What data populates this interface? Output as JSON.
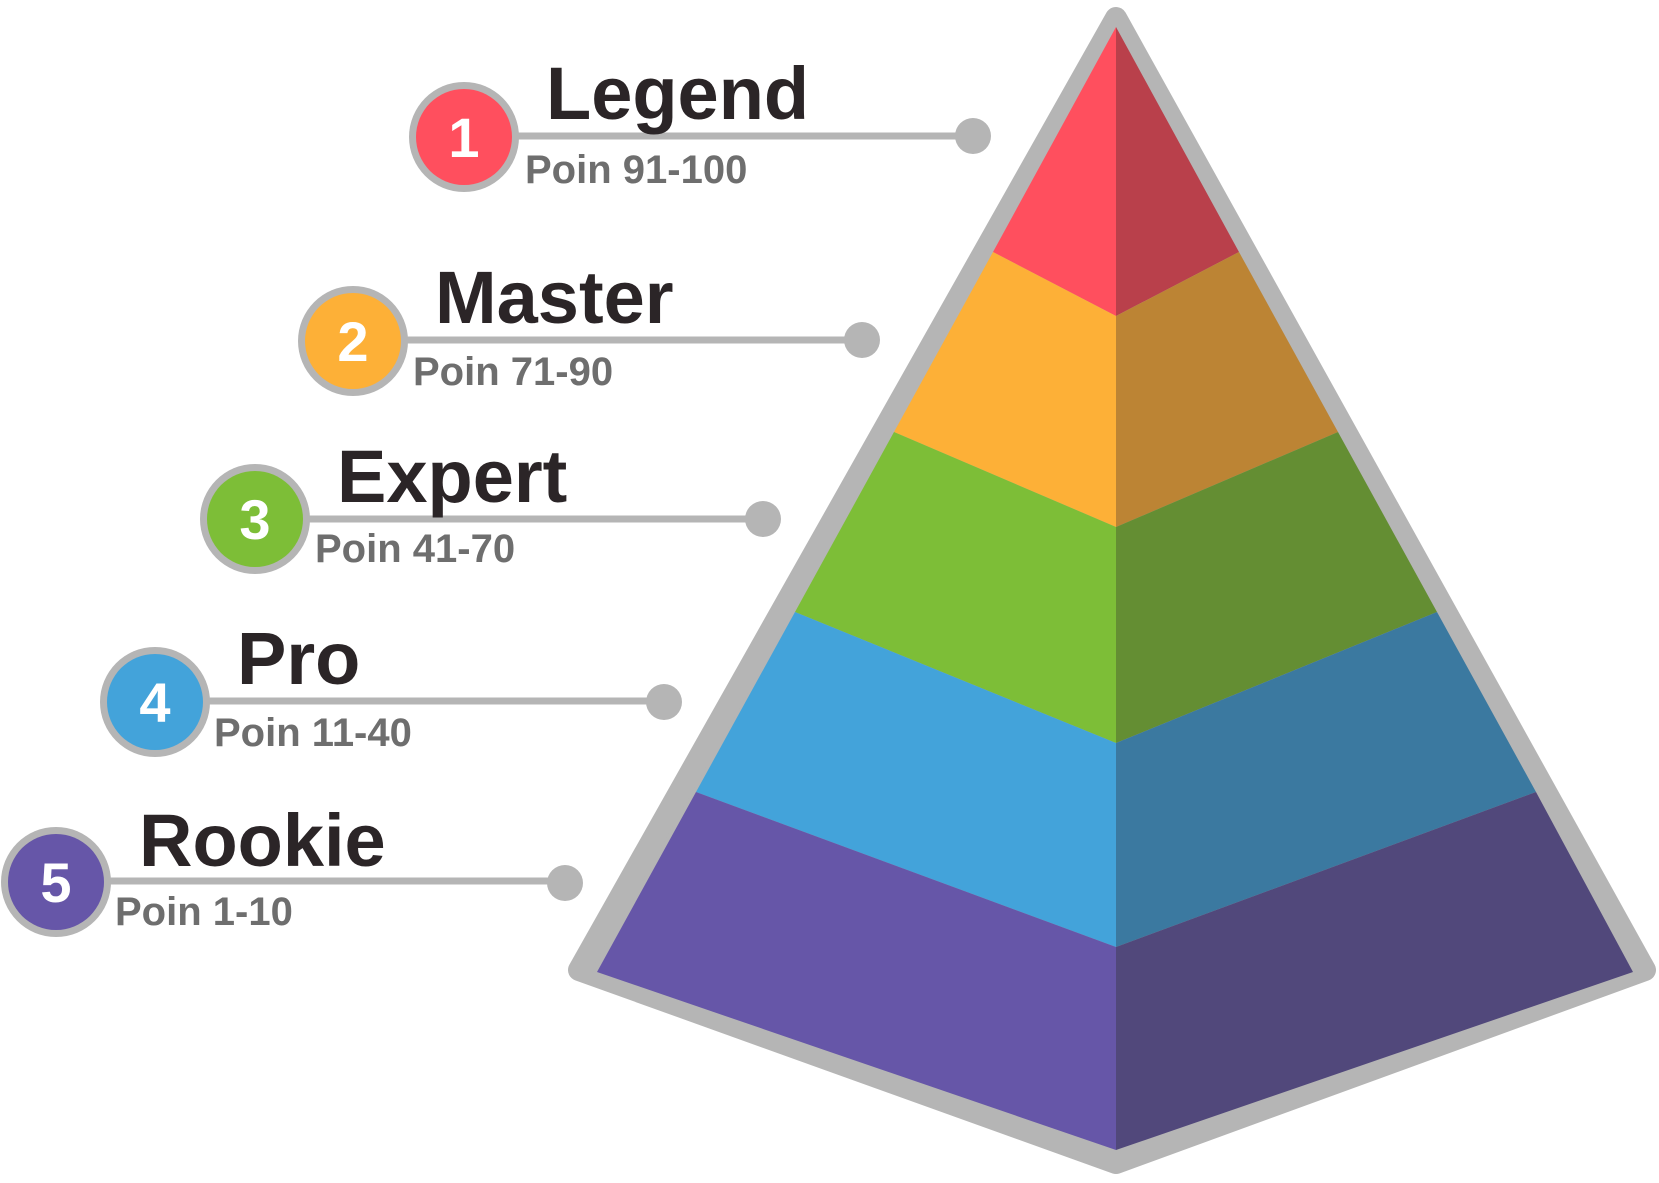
{
  "levels": [
    {
      "rank": "1",
      "title": "Legend",
      "points": "Poin 91-100",
      "color": "#ff4f5e",
      "shade": "#b9404b"
    },
    {
      "rank": "2",
      "title": "Master",
      "points": "Poin 71-90",
      "color": "#fdb037",
      "shade": "#bc8434"
    },
    {
      "rank": "3",
      "title": "Expert",
      "points": "Poin 41-70",
      "color": "#7dbe37",
      "shade": "#648e33"
    },
    {
      "rank": "4",
      "title": "Pro",
      "points": "Poin 11-40",
      "color": "#43a3da",
      "shade": "#3b79a0"
    },
    {
      "rank": "5",
      "title": "Rookie",
      "points": "Poin 1-10",
      "color": "#6656a8",
      "shade": "#51487b"
    }
  ],
  "outline_color": "#b5b5b5"
}
